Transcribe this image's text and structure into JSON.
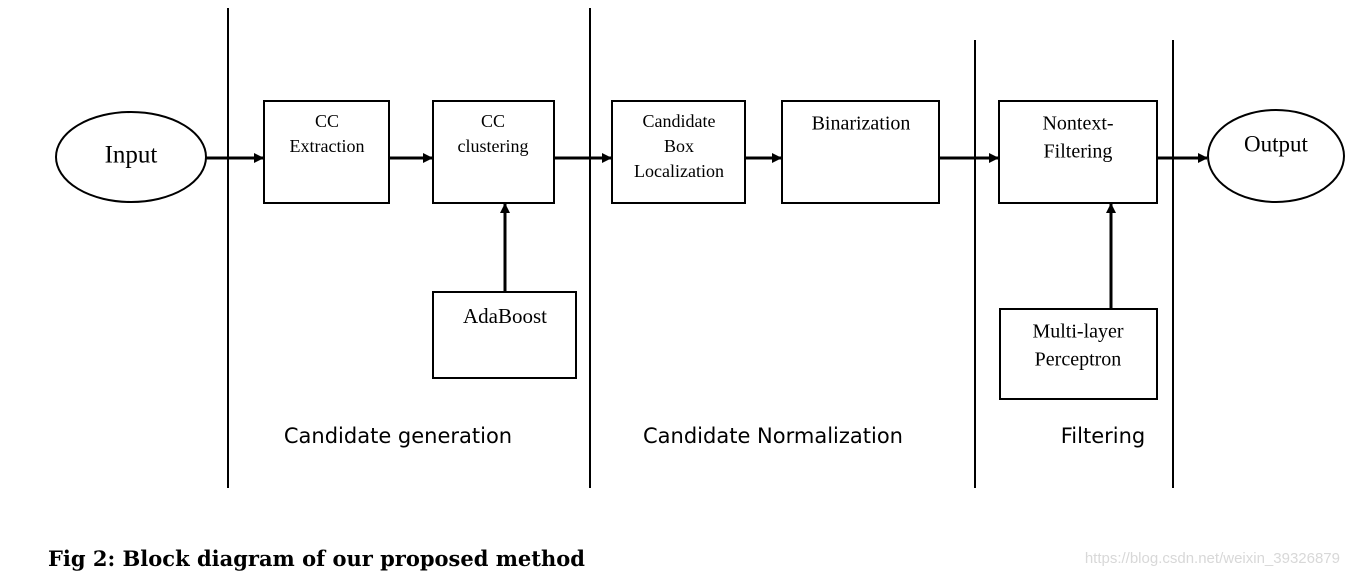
{
  "nodes": {
    "input": {
      "label": "Input"
    },
    "cc_extraction": {
      "lines": [
        "CC",
        "Extraction"
      ]
    },
    "cc_clustering": {
      "lines": [
        "CC",
        "clustering"
      ]
    },
    "adaboost": {
      "label": "AdaBoost"
    },
    "candidate_box_localization": {
      "lines": [
        "Candidate",
        "Box",
        "Localization"
      ]
    },
    "binarization": {
      "label": "Binarization"
    },
    "nontext_filtering": {
      "lines": [
        "Nontext-",
        "Filtering"
      ]
    },
    "multilayer_perceptron": {
      "lines": [
        "Multi-layer",
        "Perceptron"
      ]
    },
    "output": {
      "label": "Output"
    }
  },
  "sections": {
    "candidate_generation": "Candidate generation",
    "candidate_normalization": "Candidate Normalization",
    "filtering": "Filtering"
  },
  "caption": "Fig 2: Block diagram of our proposed method",
  "watermark": "https://blog.csdn.net/weixin_39326879"
}
